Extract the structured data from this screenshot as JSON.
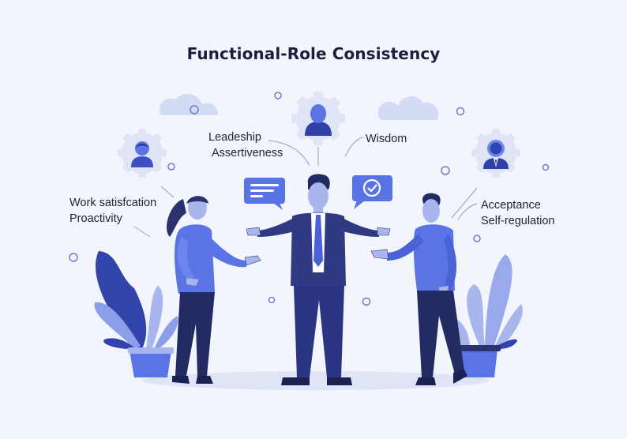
{
  "title": "Functional-Role Consistency",
  "labels": {
    "left": [
      "Work satisfcation",
      "Proactivity"
    ],
    "top_left": [
      "Leadeship",
      "Assertiveness"
    ],
    "top_right": [
      "Wisdom"
    ],
    "right": [
      "Acceptance",
      "Self-regulation"
    ]
  },
  "colors": {
    "background": "#f2f5fc",
    "primary": "#4f6be0",
    "dark_navy": "#232b63",
    "light_blue": "#c9d3f3",
    "text": "#1d2236"
  },
  "icons": {
    "left_avatar": "gear-person-icon",
    "center_avatar": "gear-person-icon",
    "right_avatar": "gear-businessman-icon",
    "chat_left": "message-lines-icon",
    "chat_right": "checkmark-message-icon"
  }
}
